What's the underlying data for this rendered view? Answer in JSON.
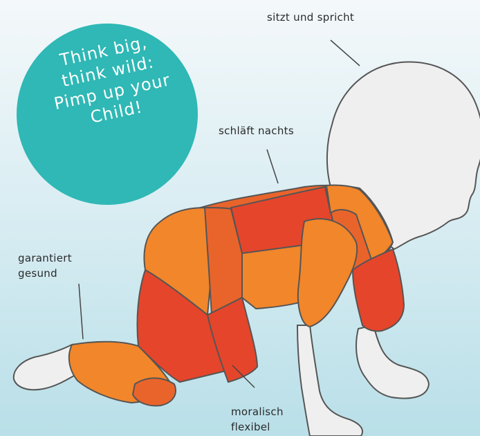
{
  "badge": {
    "lines": [
      "Think big,",
      "think wild:",
      "Pimp up your",
      "Child!"
    ]
  },
  "labels": {
    "head": "sitzt und spricht",
    "back": "schläft nachts",
    "hip": [
      "garantiert",
      "gesund"
    ],
    "leg": [
      "moralisch",
      "flexibel"
    ]
  },
  "colors": {
    "background_top": "#f4f8fa",
    "background_bottom": "#b9dfe8",
    "badge": "#2fb8b5",
    "orange": "#f2862a",
    "dark_orange": "#e9642b",
    "red": "#e5452b",
    "skin": "#efefef",
    "outline": "#555555"
  }
}
